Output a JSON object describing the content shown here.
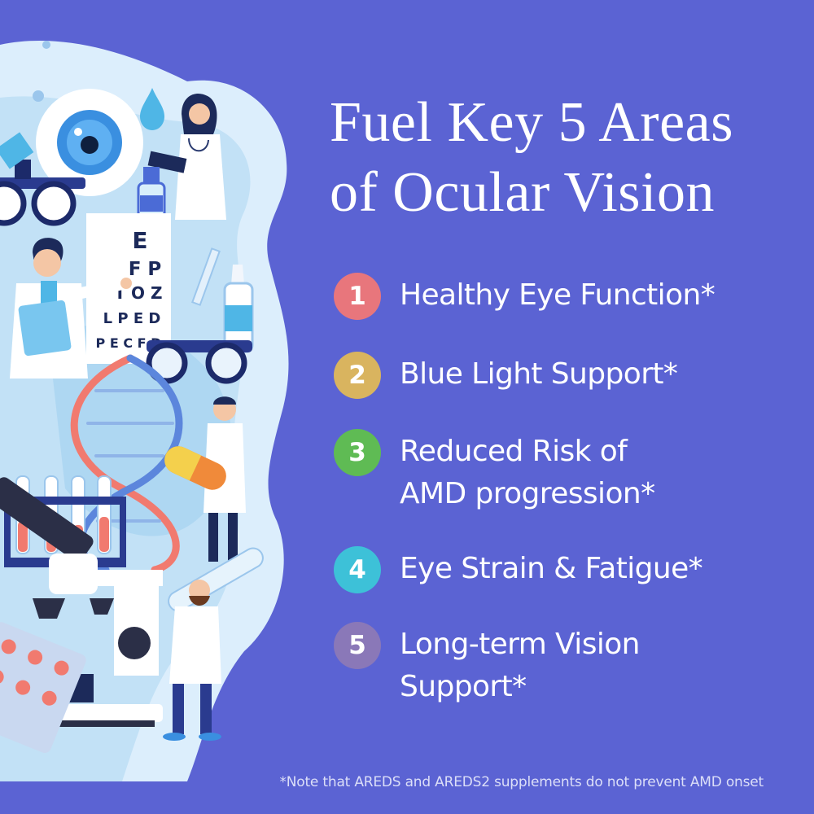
{
  "headline": {
    "line1": "Fuel Key 5 Areas",
    "line2": "of Ocular Vision"
  },
  "colors": {
    "background": "#5b63d3",
    "badge_1": "#e8767c",
    "badge_2": "#d9b45f",
    "badge_3": "#5fbb54",
    "badge_4": "#3dc1d8",
    "badge_5": "#8a78b8"
  },
  "items": [
    {
      "number": "1",
      "line1": "Healthy Eye Function*",
      "line2": ""
    },
    {
      "number": "2",
      "line1": "Blue Light Support*",
      "line2": ""
    },
    {
      "number": "3",
      "line1": "Reduced Risk of",
      "line2": "AMD progression*"
    },
    {
      "number": "4",
      "line1": "Eye Strain & Fatigue*",
      "line2": ""
    },
    {
      "number": "5",
      "line1": "Long-term Vision",
      "line2": "Support*"
    }
  ],
  "eye_chart": {
    "row1": "E",
    "row2": "F P",
    "row3": "T O Z",
    "row4": "L P E D",
    "row5": "P E C F D"
  },
  "illustration_icons": [
    "eye-icon",
    "water-drop-icon",
    "doctor-icon",
    "eye-chart-icon",
    "dropper-bottle-icon",
    "trial-frame-glasses-icon",
    "dna-helix-icon",
    "capsule-icon",
    "test-tube-rack-icon",
    "microscope-icon",
    "pill-blister-icon"
  ],
  "footnote": "*Note that AREDS and AREDS2 supplements do not prevent AMD onset"
}
